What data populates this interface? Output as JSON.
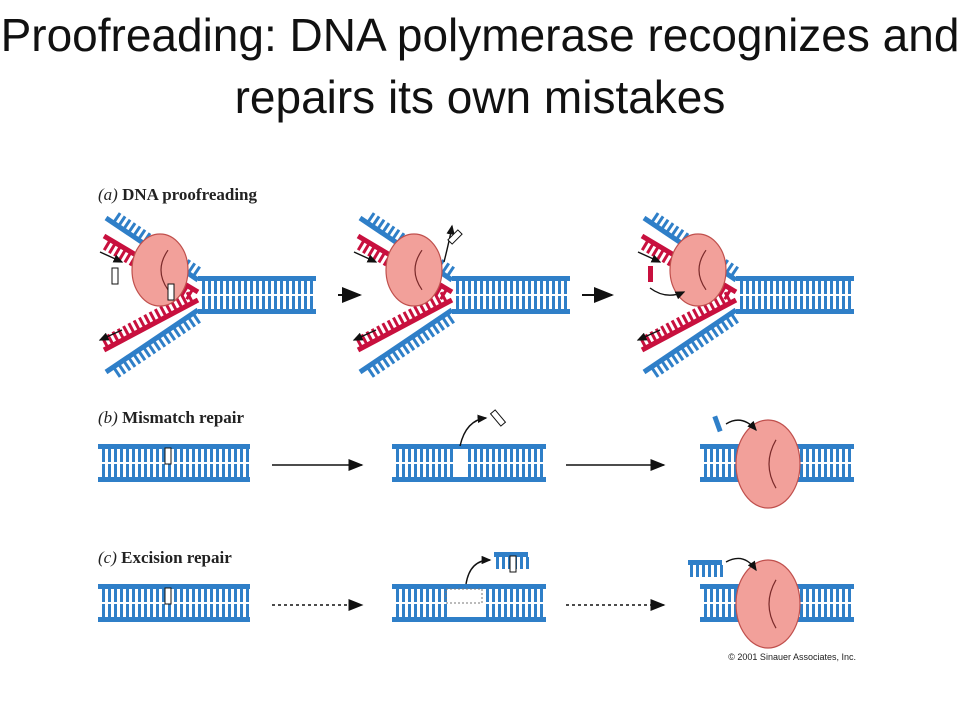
{
  "title": "Proofreading: DNA polymerase recognizes and repairs its own mistakes",
  "panels": {
    "a": {
      "letter": "(a)",
      "name": "DNA proofreading"
    },
    "b": {
      "letter": "(b)",
      "name": "Mismatch repair"
    },
    "c": {
      "letter": "(c)",
      "name": "Excision repair"
    }
  },
  "copyright": "© 2001 Sinauer Associates, Inc.",
  "colors": {
    "parent_strand": "#2f7fc8",
    "new_strand": "#c8103e",
    "enzyme": "#f2a09a",
    "enzyme_outline": "#c0504d",
    "text": "#111111"
  }
}
